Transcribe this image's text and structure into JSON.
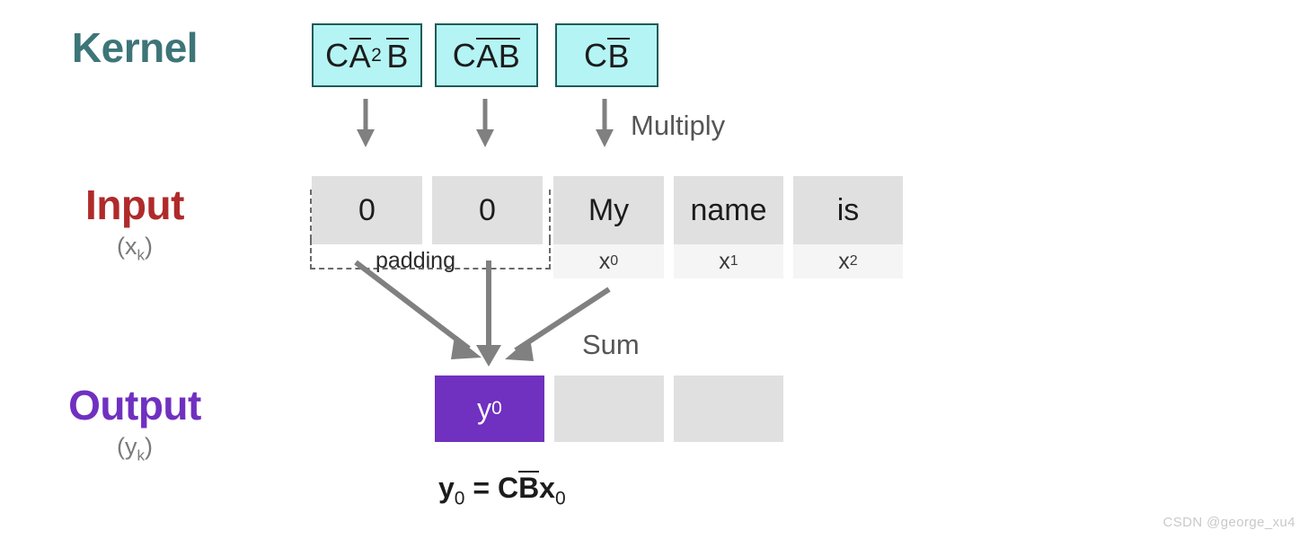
{
  "diagram": {
    "title": "SSM convolution kernel sliding over padded input",
    "rows": {
      "kernel": {
        "label": "Kernel",
        "sublabel": ""
      },
      "input": {
        "label": "Input",
        "sublabel_open": "(x",
        "sublabel_sub": "k",
        "sublabel_close": ")"
      },
      "output": {
        "label": "Output",
        "sublabel_open": "(y",
        "sublabel_sub": "k",
        "sublabel_close": ")"
      }
    },
    "kernel_boxes": [
      {
        "id": "k0",
        "text": "CA²B",
        "parts": {
          "c": "C",
          "a": "A",
          "exp": "2",
          "b": "B"
        }
      },
      {
        "id": "k1",
        "text": "CAB",
        "parts": {
          "c": "C",
          "a": "A",
          "exp": "",
          "b": "B"
        }
      },
      {
        "id": "k2",
        "text": "CB",
        "parts": {
          "c": "C",
          "a": "",
          "exp": "",
          "b": "B"
        }
      }
    ],
    "input_cells": [
      {
        "value": "0",
        "sub": "",
        "sub_index": "",
        "padding": true
      },
      {
        "value": "0",
        "sub": "",
        "sub_index": "",
        "padding": true
      },
      {
        "value": "My",
        "sub": "x",
        "sub_index": "0",
        "padding": false
      },
      {
        "value": "name",
        "sub": "x",
        "sub_index": "1",
        "padding": false
      },
      {
        "value": "is",
        "sub": "x",
        "sub_index": "2",
        "padding": false
      }
    ],
    "output_cells": [
      {
        "value": "y",
        "sub_index": "0",
        "active": true
      },
      {
        "value": "",
        "sub_index": "",
        "active": false
      },
      {
        "value": "",
        "sub_index": "",
        "active": false
      }
    ],
    "captions": {
      "multiply": "Multiply",
      "sum": "Sum",
      "padding": "padding"
    },
    "formula": {
      "lhs": "y",
      "lhs_sub": "0",
      "eq": "=",
      "c": "C",
      "b_bar": "B",
      "x": "x",
      "x_sub": "0"
    },
    "watermark": "CSDN @george_xu4",
    "colors": {
      "kernel_label": "#3d7578",
      "input_label": "#b02a2a",
      "output_label": "#7030c0",
      "kernel_fill": "#b4f4f4",
      "kernel_border": "#1d5b58",
      "cell_fill": "#e0e0e0",
      "cell_sub_fill": "#f5f5f5",
      "output_active": "#7030c0",
      "arrow": "#808080"
    }
  }
}
